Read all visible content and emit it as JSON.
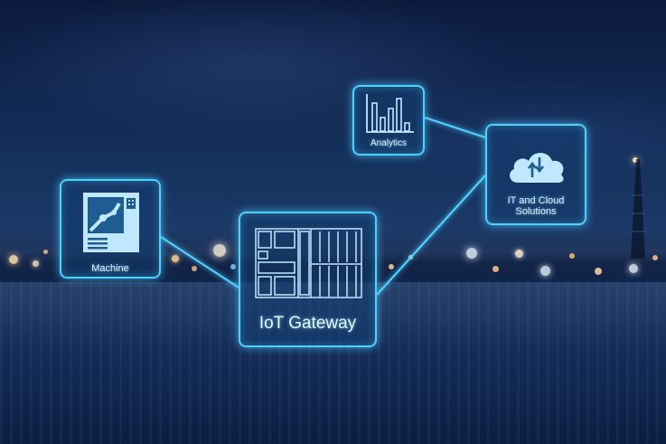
{
  "diagram": {
    "nodes": [
      {
        "id": "machine",
        "label": "Machine",
        "icon": "machine-robot-arm-icon"
      },
      {
        "id": "analytics",
        "label": "Analytics",
        "icon": "bar-chart-icon"
      },
      {
        "id": "cloud",
        "label": "IT and Cloud Solutions",
        "label_lines": [
          "IT and Cloud",
          "Solutions"
        ],
        "icon": "cloud-sync-icon"
      },
      {
        "id": "gateway",
        "label": "IoT Gateway",
        "icon": "gateway-rack-icon"
      }
    ],
    "edges": [
      {
        "from": "machine",
        "to": "gateway"
      },
      {
        "from": "gateway",
        "to": "cloud"
      },
      {
        "from": "analytics",
        "to": "cloud"
      }
    ],
    "colors": {
      "accent": "#4fd0ff",
      "icon_fill": "#bfe8ff",
      "sky_dark": "#0b1a3c",
      "sky_light": "#1c3a68"
    }
  }
}
